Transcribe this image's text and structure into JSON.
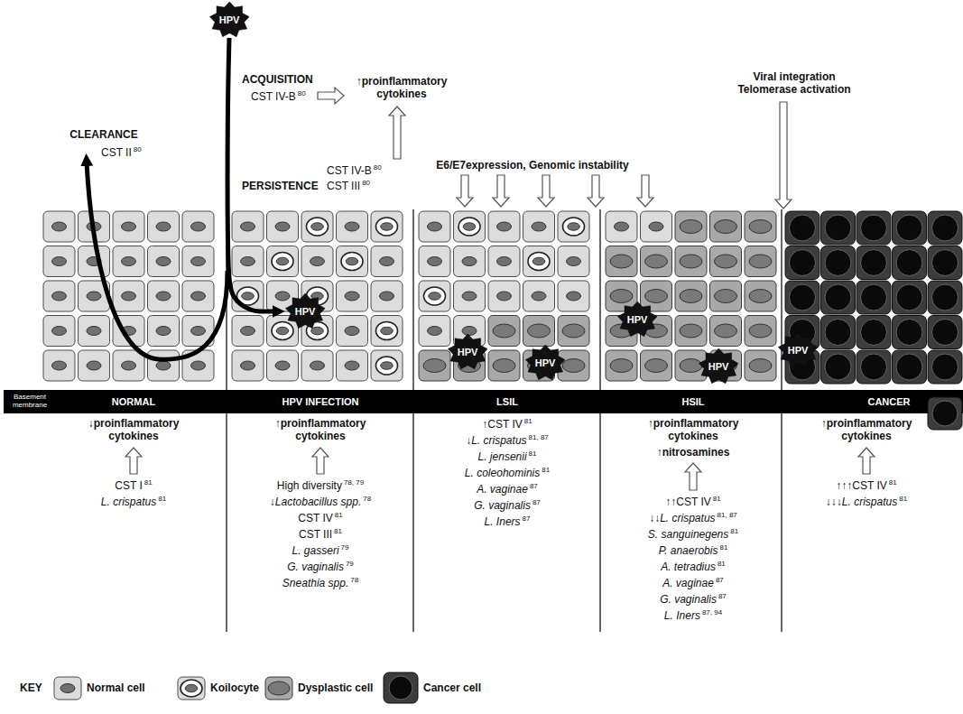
{
  "diagram": {
    "nodes": [
      {
        "text": [
          "HPV"
        ]
      },
      {
        "text": [
          "HPV"
        ]
      },
      {
        "text": [
          "HPV"
        ]
      },
      {
        "text": [
          "HPV"
        ]
      },
      {
        "text": [
          "HPV"
        ]
      },
      {
        "text": [
          "HPV"
        ]
      },
      {
        "text": [
          "HPV"
        ]
      }
    ],
    "edges": [
      {
        "from": 0,
        "to": 1,
        "arrow": "to"
      }
    ],
    "labels": [
      "ACQUISITION",
      "CST IV-B",
      "80",
      "↑proinflammatory cytokines",
      "CLEARANCE",
      "CST II",
      "80",
      "PERSISTENCE",
      "CST IV-B",
      "80",
      "CST III",
      "80",
      "E6/E7expression, Genomic instability",
      "Viral integration Telomerase activation",
      "Basement membrane",
      "NORMAL",
      "HPV INFECTION",
      "LSIL",
      "HSIL",
      "CANCER",
      "↓proinflammatory cytokines",
      "CST I",
      "81",
      "L. crispatus",
      "81",
      "↑proinflammatory cytokines",
      "High diversity",
      "78, 79",
      "↓Lactobacillus spp.",
      "78",
      "CST IV",
      "81",
      "CST III",
      "81",
      "L. gasseri",
      "79",
      "G. vaginalis",
      "79",
      "Sneathia spp.",
      "78",
      "↑CST IV",
      "81",
      "↓L. crispatus",
      "81, 87",
      "L. jensenii",
      "81",
      "L. coleohominis",
      "81",
      "A. vaginae",
      "87",
      "G. vaginalis",
      "87",
      "L. Iners",
      "87",
      "↑proinflammatory cytokines",
      "↑nitrosamines",
      "↑↑CST IV",
      "81",
      "↓↓L. crispatus",
      "81, 87",
      "S. sanguinegens",
      "81",
      "P. anaerobis",
      "81",
      "A. tetradius",
      "81",
      "A. vaginae",
      "87",
      "G. vaginalis",
      "87",
      "L. Iners",
      "87, 94",
      "↑proinflammatory cytokines",
      "↑↑↑CST IV",
      "81",
      "↓↓↓L. crispatus",
      "81",
      "KEY"
    ],
    "legend": [
      {
        "text": "Normal cell"
      },
      {
        "text": "Koilocyte"
      },
      {
        "text": "Dysplastic cell"
      },
      {
        "text": "Cancer cell"
      }
    ]
  }
}
